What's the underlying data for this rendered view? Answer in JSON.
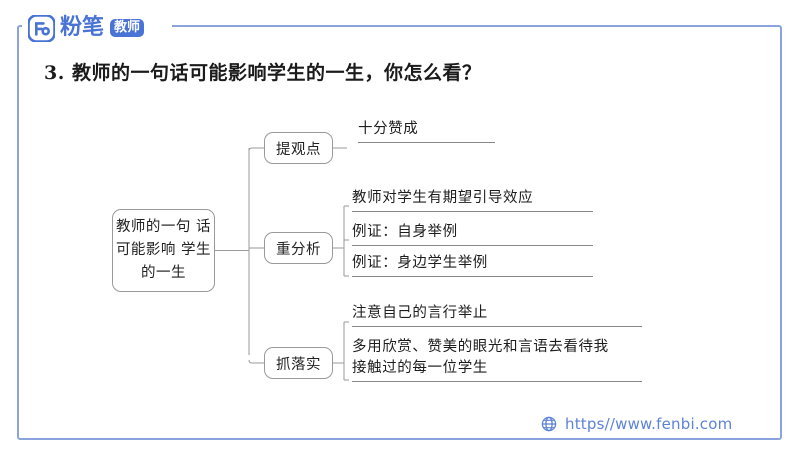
{
  "brand": {
    "mark_icon": "fenbi-logo-icon",
    "wordmark": "粉笔",
    "badge": "教师"
  },
  "question": {
    "title": "3. 教师的一句话可能影响学生的一生，你怎么看？"
  },
  "mindmap": {
    "root": {
      "label": "教师的一句\n话可能影响\n学生的一生"
    },
    "branches": [
      {
        "label": "提观点",
        "leaves": [
          "十分赞成"
        ]
      },
      {
        "label": "重分析",
        "leaves": [
          "教师对学生有期望引导效应",
          "例证：自身举例",
          "例证：身边学生举例"
        ]
      },
      {
        "label": "抓落实",
        "leaves": [
          "注意自己的言行举止",
          "多用欣赏、赞美的眼光和言语去看待我\n接触过的每一位学生"
        ]
      }
    ]
  },
  "footer": {
    "globe_icon": "globe-icon",
    "url": "https//www.fenbi.com"
  },
  "colors": {
    "frame_border": "#8ba4dd",
    "brand_blue": "#4a73d6",
    "footer_blue": "#5d83d8",
    "node_border": "#9a9a9a",
    "leaf_underline": "#888888",
    "text": "#1d1d1d"
  }
}
